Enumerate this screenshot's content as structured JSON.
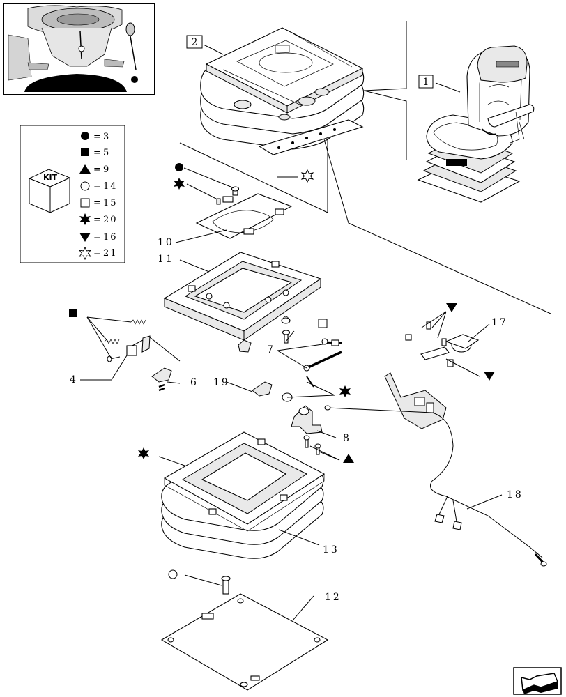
{
  "legend": {
    "kit_label": "KIT",
    "items": [
      {
        "symbol": "filled-circle",
        "value": "3"
      },
      {
        "symbol": "filled-square",
        "value": "5"
      },
      {
        "symbol": "filled-triangle-up",
        "value": "9"
      },
      {
        "symbol": "open-circle",
        "value": "14"
      },
      {
        "symbol": "open-square",
        "value": "15"
      },
      {
        "symbol": "filled-star",
        "value": "20"
      },
      {
        "symbol": "filled-triangle-down",
        "value": "16"
      },
      {
        "symbol": "open-star",
        "value": "21"
      }
    ]
  },
  "callouts": {
    "c1": "1",
    "c2": "2",
    "c4": "4",
    "c6": "6",
    "c7": "7",
    "c8": "8",
    "c10": "10",
    "c11": "11",
    "c12": "12",
    "c13": "13",
    "c17": "17",
    "c18": "18",
    "c19": "19"
  },
  "icons": {
    "nav": "arrow-icon",
    "thumbnail": "tractor-cab-thumbnail"
  }
}
